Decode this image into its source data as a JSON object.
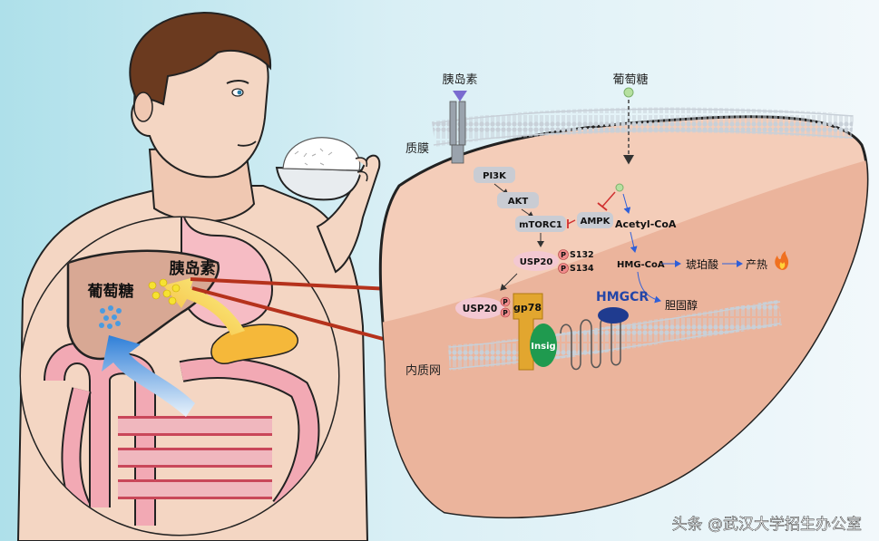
{
  "colors": {
    "background_left": "#aee0ea",
    "background_right": "#f2f8fb",
    "liver": "#f2c6b0",
    "liver_dark": "#ebb49c",
    "skin": "#f4d6c3",
    "intestine": "#f2a9b4",
    "stomach": "#f6bcc4",
    "pancreas": "#f5b83a",
    "glucose_dots": "#f6e232",
    "insulin_arrow": "#f5f06a",
    "blue_arrow": "#2f7fd8",
    "red_line": "#b5321c",
    "receptor": "#9aa3ad",
    "protein_box": "#c9ccd3",
    "usp20": "#f3c8d2",
    "phospho": "#f08c8c",
    "gp78": "#e2a62f",
    "insig": "#1f9a4f",
    "hmgcr": "#1f3b8f",
    "membrane": "#c8d0d8"
  },
  "icons": {
    "fire": "fire-icon",
    "receptor": "insulin-receptor-icon",
    "glucose": "glucose-molecule-icon"
  },
  "labels": {
    "insulin_top": "胰岛素",
    "glucose_top": "葡萄糖",
    "plasma_membrane": "质膜",
    "er": "内质网",
    "insulin_body": "胰岛素",
    "glucose_body": "葡萄糖",
    "pi3k": "PI3K",
    "akt": "AKT",
    "mtorc1": "mTORC1",
    "ampk": "AMPK",
    "acetyl_coa": "Acetyl-CoA",
    "usp20_upper": "USP20",
    "s132": "S132",
    "s134": "S134",
    "p": "P",
    "hmg_coa": "HMG-CoA",
    "succinate": "琥珀酸",
    "heat": "产热",
    "usp20_lower": "USP20",
    "gp78": "gp78",
    "insig": "Insig",
    "hmgcr": "HMGCR",
    "cholesterol": "胆固醇",
    "watermark": "头条 @武汉大学招生办公室"
  }
}
